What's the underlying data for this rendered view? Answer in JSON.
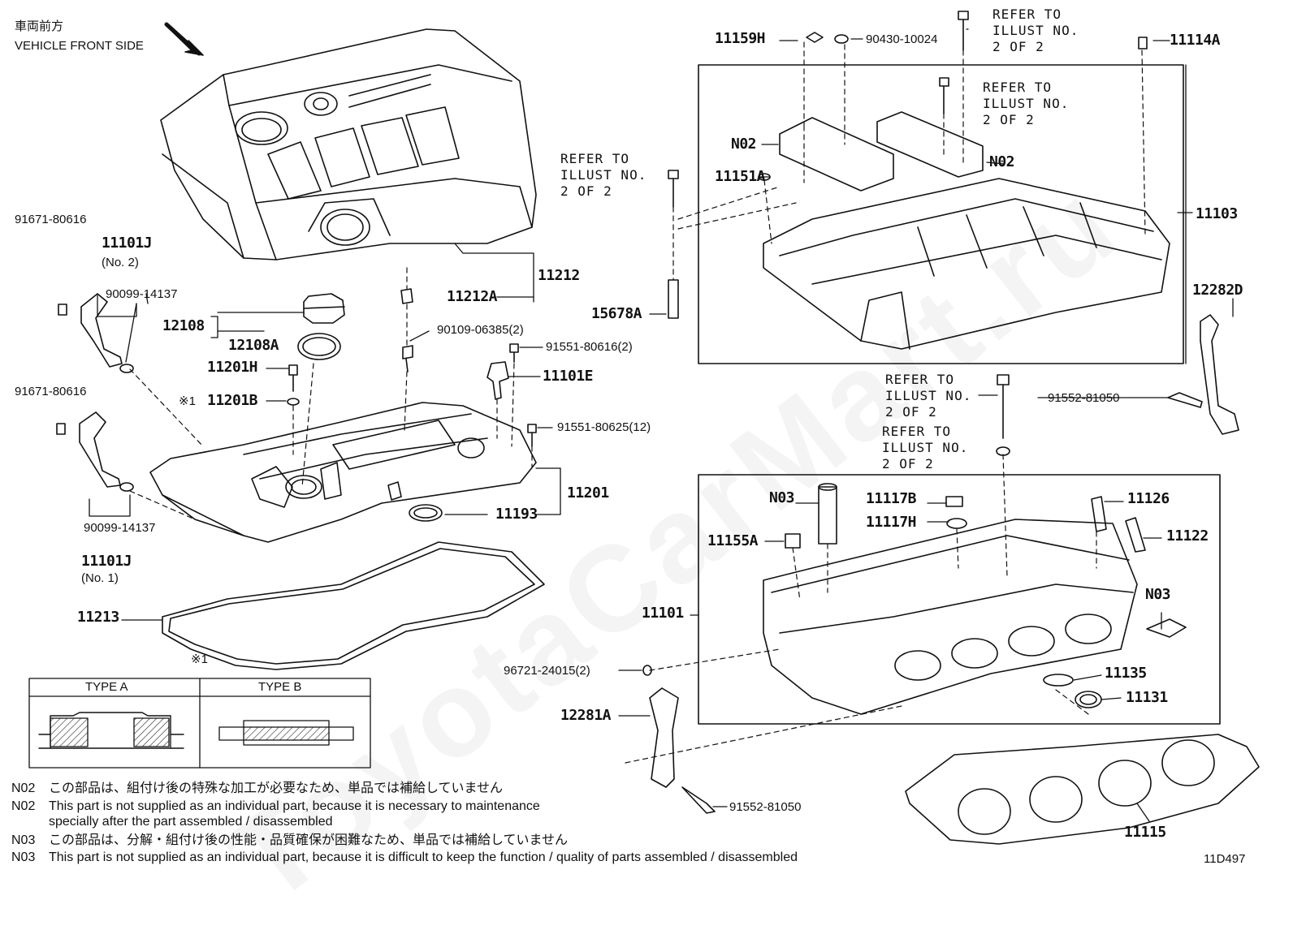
{
  "header": {
    "front_jp": "車両前方",
    "front_en": "VEHICLE FRONT SIDE"
  },
  "labels": {
    "p11212": "11212",
    "p11212A": "11212A",
    "p12108": "12108",
    "p12108A": "12108A",
    "p11201H": "11201H",
    "p11201B": "11201B",
    "mark1": "※1",
    "p90109": "90109-06385(2)",
    "p91551a": "91551-80616(2)",
    "p11101E": "11101E",
    "p91551b": "91551-80625(12)",
    "p11201": "11201",
    "p11193": "11193",
    "p11213": "11213",
    "p91671a": "91671-80616",
    "p11101J2": "11101J",
    "no2": "(No. 2)",
    "p90099a": "90099-14137",
    "p91671b": "91671-80616",
    "p90099b": "90099-14137",
    "p11101J1": "11101J",
    "no1": "(No. 1)",
    "p11159H": "11159H",
    "p90430": "90430-10024",
    "p11114A": "11114A",
    "pN02a": "N02",
    "pN02b": "N02",
    "p11151A": "11151A",
    "p11103": "11103",
    "p15678A": "15678A",
    "p12282D": "12282D",
    "p91552a": "91552-81050",
    "pN03a": "N03",
    "p11117B": "11117B",
    "p11117H": "11117H",
    "p11126": "11126",
    "p11122": "11122",
    "p11155A": "11155A",
    "p11101": "11101",
    "pN03b": "N03",
    "p96721": "96721-24015(2)",
    "p11135": "11135",
    "p11131": "11131",
    "p12281A": "12281A",
    "p91552b": "91552-81050",
    "p11115": "11115",
    "mark1b": "※1",
    "diagram_id": "11D497"
  },
  "refer_notes": [
    "REFER TO\nILLUST NO.\n2 OF 2",
    "REFER TO\nILLUST NO.\n2 OF 2",
    "REFER TO\nILLUST NO.\n2 OF 2",
    "REFER TO\nILLUST NO.\n2 OF 2",
    "REFER TO\nILLUST NO.\n2 OF 2"
  ],
  "type_table": {
    "type_a": "TYPE A",
    "type_b": "TYPE B"
  },
  "footnotes": [
    {
      "code": "N02",
      "text": "この部品は、組付け後の特殊な加工が必要なため、単品では補給していません"
    },
    {
      "code": "N02",
      "text": "This part is not supplied as an individual part, because it is necessary to maintenance"
    },
    {
      "code": "",
      "text": "specially after the part assembled / disassembled"
    },
    {
      "code": "N03",
      "text": "この部品は、分解・組付け後の性能・品質確保が困難なため、単品では補給していません"
    },
    {
      "code": "N03",
      "text": "This part is not supplied as an individual part, because it is difficult to keep the function / quality of parts  assembled / disassembled"
    }
  ],
  "watermark": "ToyotaCarMart.ru",
  "colors": {
    "line": "#111111",
    "hatch": "#444444"
  }
}
